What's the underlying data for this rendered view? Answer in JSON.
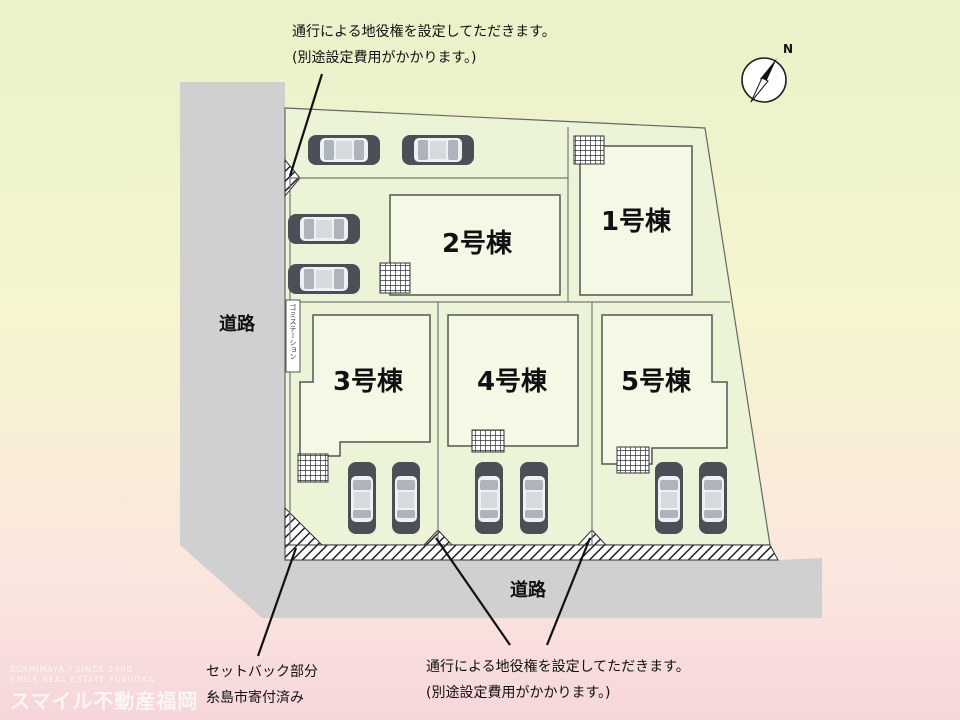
{
  "site_plan": {
    "roads": {
      "left_label": "道路",
      "bottom_label": "道路"
    },
    "lots": [
      {
        "label": "1号棟"
      },
      {
        "label": "2号棟"
      },
      {
        "label": "3号棟"
      },
      {
        "label": "4号棟"
      },
      {
        "label": "5号棟"
      }
    ],
    "garbage_station_label": "ゴミステーション",
    "compass_label": "N",
    "colors": {
      "lot_fill": "#ecf4d8",
      "house_fill": "#f4f9e6",
      "road": "#d0d0d0",
      "hatch": "#222222"
    }
  },
  "notes": {
    "top_line1": "通行による地役権を設定してただきます。",
    "top_line2": "(別途設定費用がかかります。)",
    "bottom_right_line1": "通行による地役権を設定してただきます。",
    "bottom_right_line2": "(別途設定費用がかかります。)",
    "bottom_left_line1": "セットバック部分",
    "bottom_left_line2": "糸島市寄付済み"
  },
  "watermark": {
    "line1": "SUSHIMAYA / SINCE 2000",
    "line2": "SMILE REAL ESTATE FUKUOKA",
    "line3": "スマイル不動産福岡"
  }
}
